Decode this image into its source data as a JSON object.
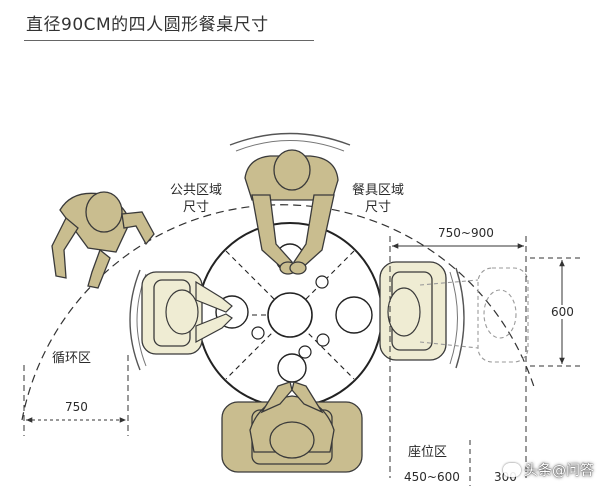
{
  "title": "直径90CM的四人圆形餐桌尺寸",
  "labels": {
    "public_zone": [
      "公共区域",
      "尺寸"
    ],
    "tableware_zone": [
      "餐具区域",
      "尺寸"
    ],
    "circulation_zone": "循环区",
    "seat_zone": "座位区"
  },
  "dimensions": {
    "circulation_width": "750",
    "reach_depth": "750~900",
    "place_width": "600",
    "seat_depth": "450~600",
    "gap": "300"
  },
  "watermark": "头条@问答",
  "colors": {
    "figure_fill": "#c9bd8f",
    "figure_stroke": "#3a3a3a",
    "chair_fill": "#efecd3",
    "table_stroke": "#222222",
    "line": "#333333",
    "dashed_figure": "#9a9a9a"
  }
}
